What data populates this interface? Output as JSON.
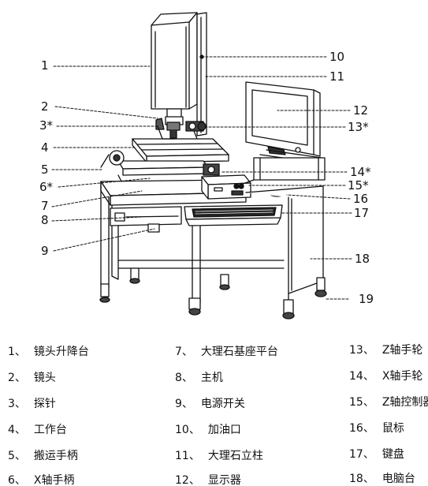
{
  "callouts": [
    {
      "id": "1",
      "text": "1"
    },
    {
      "id": "2",
      "text": "2"
    },
    {
      "id": "3",
      "text": "3*"
    },
    {
      "id": "4",
      "text": "4"
    },
    {
      "id": "5",
      "text": "5"
    },
    {
      "id": "6",
      "text": "6*"
    },
    {
      "id": "7",
      "text": "7"
    },
    {
      "id": "8",
      "text": "8"
    },
    {
      "id": "9",
      "text": "9"
    },
    {
      "id": "10",
      "text": "10"
    },
    {
      "id": "11",
      "text": "11"
    },
    {
      "id": "12",
      "text": "12"
    },
    {
      "id": "13",
      "text": "13*"
    },
    {
      "id": "14",
      "text": "14*"
    },
    {
      "id": "15",
      "text": "15*"
    },
    {
      "id": "16",
      "text": "16"
    },
    {
      "id": "17",
      "text": "17"
    },
    {
      "id": "18",
      "text": "18"
    },
    {
      "id": "19",
      "text": "19"
    }
  ],
  "legend": {
    "col1": [
      {
        "num": "1、",
        "label": "镜头升降台"
      },
      {
        "num": "2、",
        "label": "镜头"
      },
      {
        "num": "3、",
        "label": "探针"
      },
      {
        "num": "4、",
        "label": "工作台"
      },
      {
        "num": "5、",
        "label": "搬运手柄"
      },
      {
        "num": "6、",
        "label": "X轴手柄"
      }
    ],
    "col2": [
      {
        "num": "7、",
        "label": "大理石基座平台"
      },
      {
        "num": "8、",
        "label": "主机"
      },
      {
        "num": "9、",
        "label": "电源开关"
      },
      {
        "num": "10、",
        "label": "加油口"
      },
      {
        "num": "11、",
        "label": "大理石立柱"
      },
      {
        "num": "12、",
        "label": "显示器"
      }
    ],
    "col3": [
      {
        "num": "13、",
        "label": "Z轴手轮"
      },
      {
        "num": "14、",
        "label": "X轴手轮"
      },
      {
        "num": "15、",
        "label": "Z轴控制器"
      },
      {
        "num": "16、",
        "label": "鼠标"
      },
      {
        "num": "17、",
        "label": "键盘"
      },
      {
        "num": "18、",
        "label": "电脑台"
      }
    ]
  }
}
